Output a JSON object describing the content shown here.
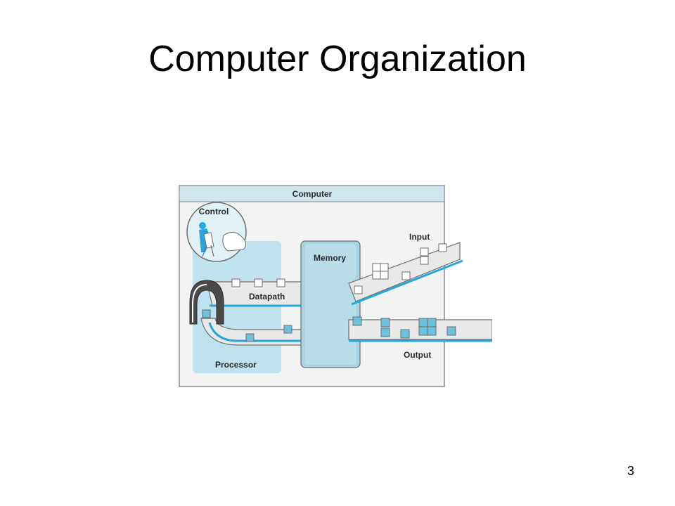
{
  "slide": {
    "title": "Computer Organization",
    "page_number": "3"
  },
  "diagram": {
    "labels": {
      "computer": "Computer",
      "control": "Control",
      "memory": "Memory",
      "input": "Input",
      "datapath": "Datapath",
      "output": "Output",
      "processor": "Processor"
    },
    "colors": {
      "frame_bg": "#f3f3f3",
      "header_bg": "#cfe6ef",
      "panel_blue": "#bfe3ee",
      "memory_blue": "#a8d4e4",
      "conveyor": "#e9e9e9",
      "stripe": "#27a6dc",
      "chip": "#6ec1dc",
      "outline": "#6e6e6e"
    }
  }
}
